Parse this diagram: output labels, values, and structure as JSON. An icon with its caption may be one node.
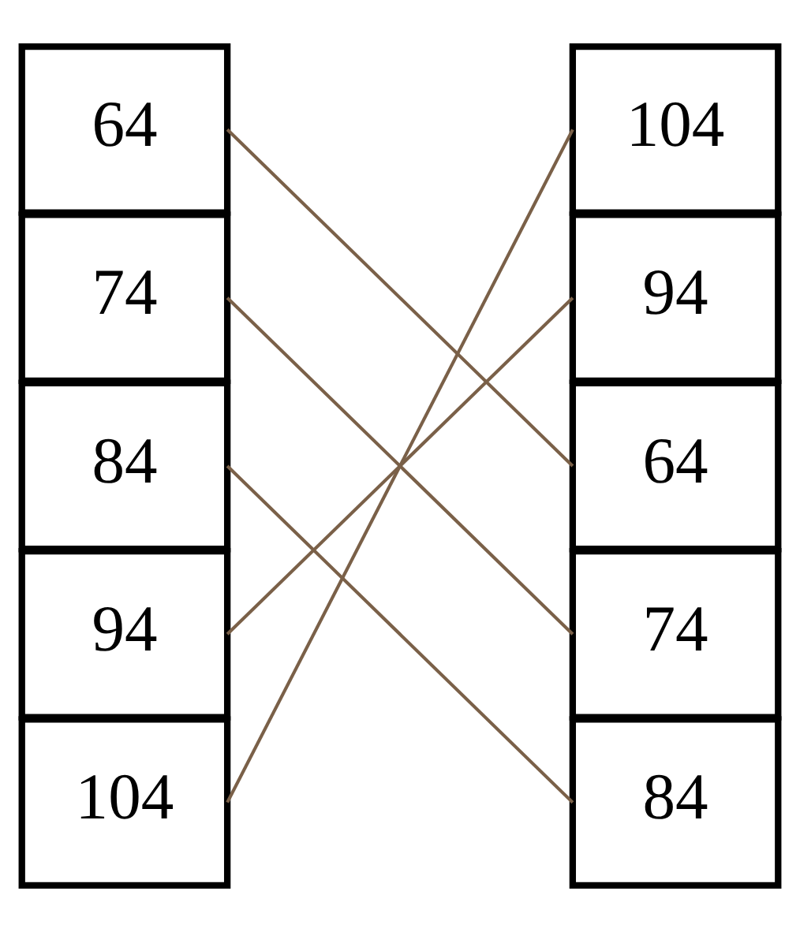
{
  "diagram": {
    "nodes": [
      {
        "text": [
          "64"
        ]
      },
      {
        "text": [
          "74"
        ]
      },
      {
        "text": [
          "84"
        ]
      },
      {
        "text": [
          "94"
        ]
      },
      {
        "text": [
          "104"
        ]
      },
      {
        "text": [
          "104"
        ]
      },
      {
        "text": [
          "94"
        ]
      },
      {
        "text": [
          "64"
        ]
      },
      {
        "text": [
          "74"
        ]
      },
      {
        "text": [
          "84"
        ]
      }
    ],
    "edges": [
      {
        "from": 0,
        "to": 7,
        "arrow": "none"
      },
      {
        "from": 1,
        "to": 8,
        "arrow": "none"
      },
      {
        "from": 2,
        "to": 9,
        "arrow": "none"
      },
      {
        "from": 3,
        "to": 6,
        "arrow": "none"
      },
      {
        "from": 4,
        "to": 5,
        "arrow": "none"
      }
    ]
  }
}
